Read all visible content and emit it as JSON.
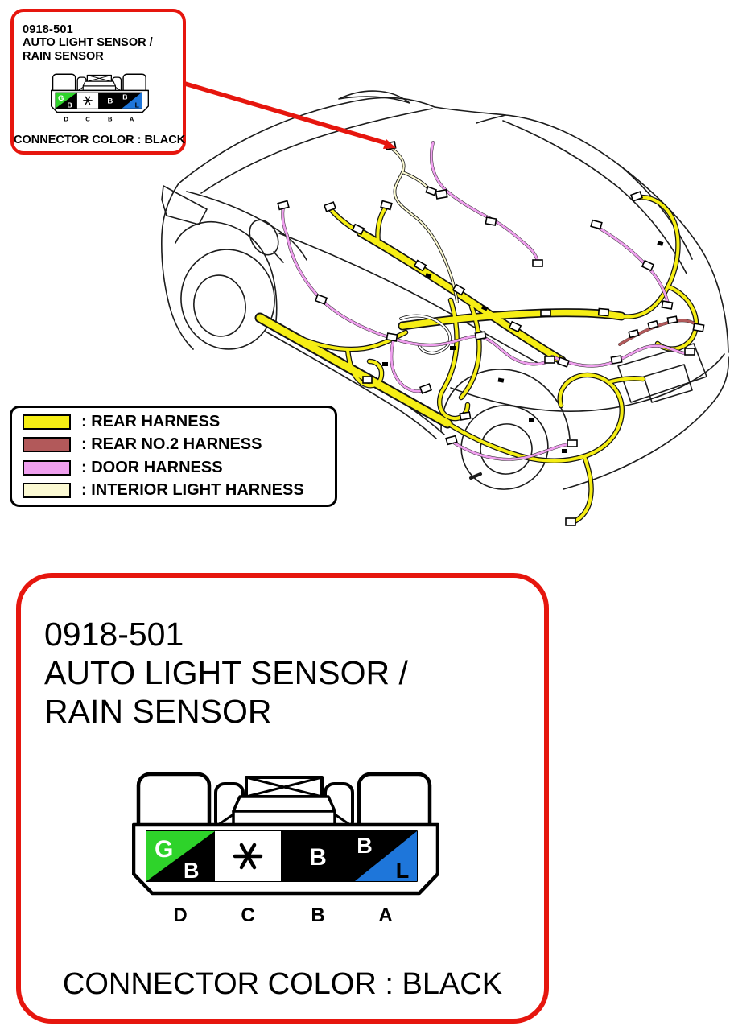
{
  "sensor": {
    "part_number": "0918-501",
    "name_line1": "AUTO LIGHT SENSOR /",
    "name_line2": "RAIN SENSOR",
    "connector_note": "CONNECTOR COLOR : BLACK",
    "connector": {
      "body_color": "BLACK",
      "pin_labels": [
        "D",
        "C",
        "B",
        "A"
      ],
      "pins": [
        {
          "position": "D",
          "wire_code": "G/B",
          "letters": [
            "G",
            "B"
          ]
        },
        {
          "position": "C",
          "wire_code": "*",
          "letters": [
            "*"
          ]
        },
        {
          "position": "B",
          "wire_code": "B",
          "letters": [
            "B"
          ]
        },
        {
          "position": "A",
          "wire_code": "B/L",
          "letters": [
            "B",
            "L"
          ]
        }
      ],
      "colors": {
        "green": "#2ed32a",
        "blue": "#1e76da",
        "black": "#000000",
        "white": "#ffffff"
      }
    }
  },
  "legend": {
    "items": [
      {
        "label": ": REAR HARNESS",
        "color": "#f6ee14"
      },
      {
        "label": ": REAR NO.2 HARNESS",
        "color": "#b2595a"
      },
      {
        "label": ": DOOR HARNESS",
        "color": "#ef9fee"
      },
      {
        "label": ": INTERIOR LIGHT HARNESS",
        "color": "#fbf9d2"
      }
    ]
  },
  "illustration": {
    "accent_red": "#e6160e",
    "description": "Vehicle body wiring harness location view with leader line to auto light / rain sensor connector"
  }
}
